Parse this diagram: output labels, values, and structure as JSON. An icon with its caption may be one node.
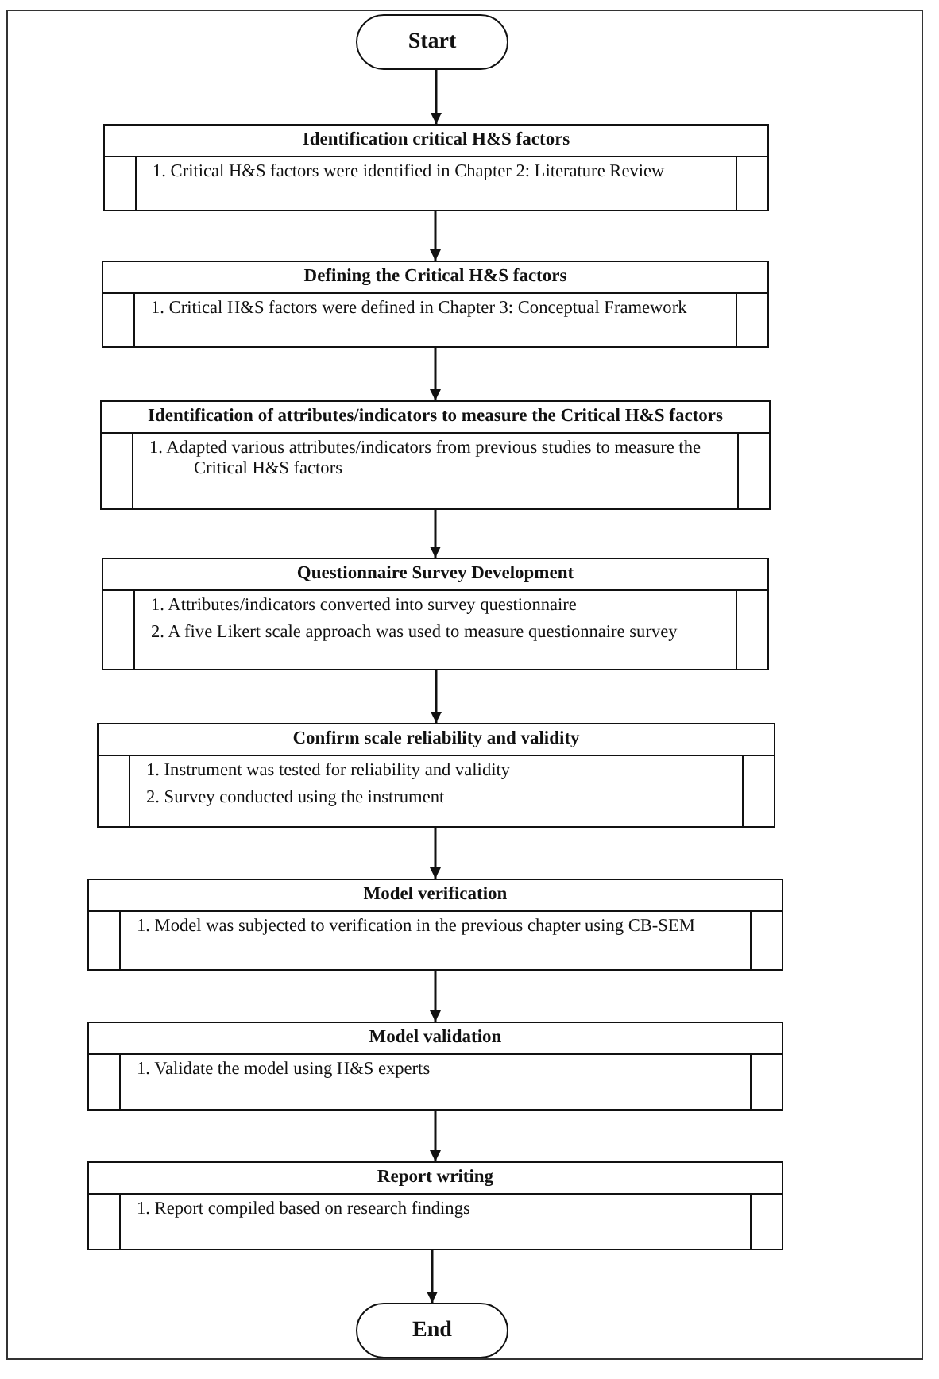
{
  "diagram": {
    "nodes": [
      {
        "text": [
          "Start"
        ]
      },
      {
        "text": [
          "Identification critical H&S factors",
          "1. Critical H&S factors were identified in Chapter 2: Literature Review"
        ]
      },
      {
        "text": [
          "Defining the Critical H&S factors",
          "1. Critical H&S factors were defined in Chapter 3: Conceptual Framework"
        ]
      },
      {
        "text": [
          "Identification of attributes/indicators to measure the Critical H&S factors",
          "1. Adapted various attributes/indicators from previous studies to measure the Critical H&S factors"
        ]
      },
      {
        "text": [
          "Questionnaire Survey Development",
          "1. Attributes/indicators converted into survey questionnaire",
          "2. A five Likert scale approach was used to measure questionnaire survey"
        ]
      },
      {
        "text": [
          "Confirm scale reliability and validity",
          "1. Instrument was tested for reliability and validity",
          "2. Survey conducted using the instrument"
        ]
      },
      {
        "text": [
          "Model verification",
          "1. Model was subjected to verification in the previous chapter using CB-SEM"
        ]
      },
      {
        "text": [
          "Model validation",
          "1. Validate the model using H&S experts"
        ]
      },
      {
        "text": [
          "Report writing",
          "1. Report compiled based on research findings"
        ]
      },
      {
        "text": [
          "End"
        ]
      }
    ],
    "edges": [
      {
        "from": 0,
        "to": 1,
        "arrow": "to"
      },
      {
        "from": 1,
        "to": 2,
        "arrow": "to"
      },
      {
        "from": 2,
        "to": 3,
        "arrow": "to"
      },
      {
        "from": 3,
        "to": 4,
        "arrow": "to"
      },
      {
        "from": 4,
        "to": 5,
        "arrow": "to"
      },
      {
        "from": 5,
        "to": 6,
        "arrow": "to"
      },
      {
        "from": 6,
        "to": 7,
        "arrow": "to"
      },
      {
        "from": 7,
        "to": 8,
        "arrow": "to"
      },
      {
        "from": 8,
        "to": 9,
        "arrow": "to"
      }
    ]
  }
}
